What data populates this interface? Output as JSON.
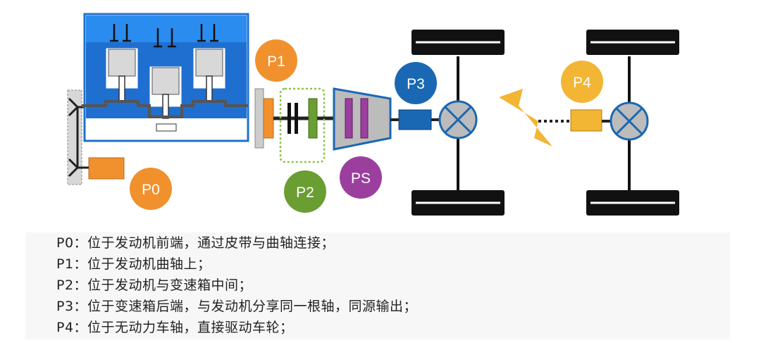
{
  "labels": {
    "p0": "P0",
    "p1": "P1",
    "p2": "P2",
    "p3": "P3",
    "p4": "P4",
    "ps": "PS"
  },
  "colors": {
    "engine_blue": "#1f6fd0",
    "engine_blue_light": "#2b8cef",
    "orange": "#f0912e",
    "green": "#6b9e32",
    "purple": "#9b3f9e",
    "dark_blue": "#1a68b3",
    "yellow": "#f2b534",
    "tire": "#111111"
  },
  "notes": [
    "P0：位于发动机前端，通过皮带与曲轴连接；",
    "P1：位于发动机曲轴上；",
    "P2：位于发动机与变速箱中间；",
    "P3：位于变速箱后端，与发动机分享同一根轴，同源输出；",
    "P4：位于无动力车轴，直接驱动车轮；"
  ]
}
